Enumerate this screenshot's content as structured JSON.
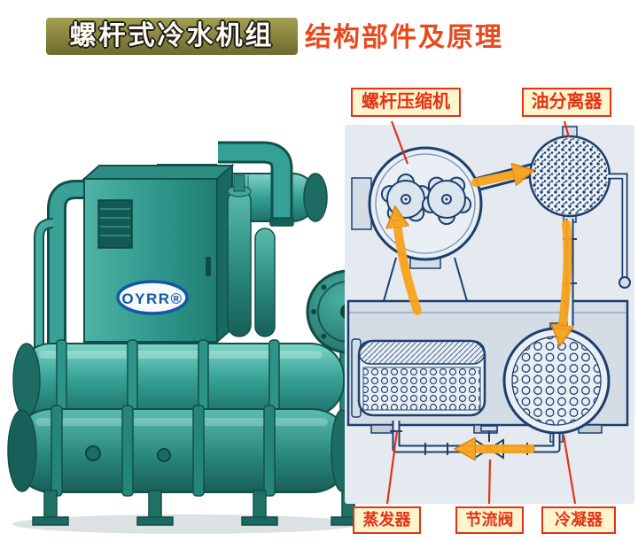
{
  "title": {
    "main": "螺杆式冷水机组",
    "subtitle": "结构部件及原理"
  },
  "machine": {
    "brand": "OYRR®"
  },
  "diagram": {
    "labels": {
      "compressor": "螺杆压缩机",
      "oil_separator": "油分离器",
      "evaporator": "蒸发器",
      "throttle_valve": "节流阀",
      "condenser": "冷凝器"
    }
  },
  "colors": {
    "title_bg": "#8d8a42",
    "title_text": "#fffdf0",
    "subtitle_text": "#e8491d",
    "label_bg": "#fdf5cd",
    "label_red": "#e63214",
    "machine_teal": "#2e948a",
    "diagram_line_blue": "#1c3f6d",
    "diagram_bg": "#e4eaf0",
    "arrow_orange": "#f7a41c",
    "logo_blue": "#1457a6"
  }
}
